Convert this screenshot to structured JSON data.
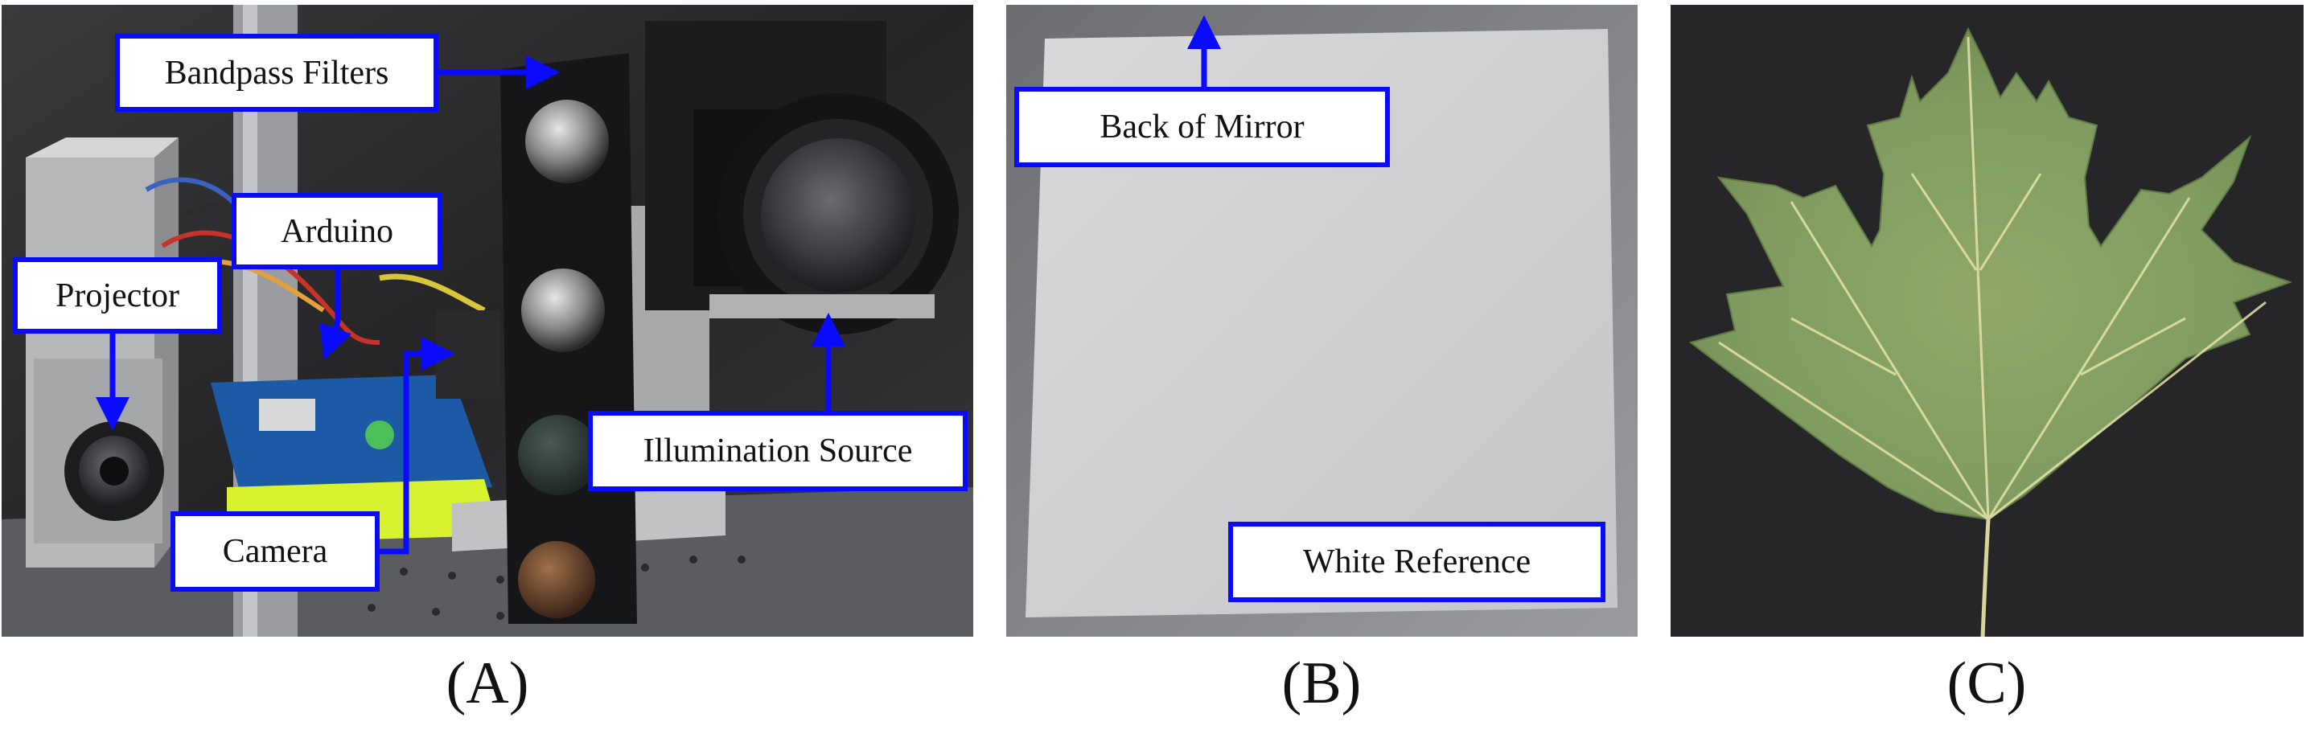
{
  "figure": {
    "panels": [
      {
        "id": "A",
        "caption": "(A)",
        "labels": {
          "bandpass": "Bandpass Filters",
          "arduino": "Arduino",
          "projector": "Projector",
          "camera": "Camera",
          "illumination": "Illumination Source"
        }
      },
      {
        "id": "B",
        "caption": "(B)",
        "labels": {
          "mirror": "Back of Mirror",
          "white": "White Reference"
        }
      },
      {
        "id": "C",
        "caption": "(C)"
      }
    ],
    "colors": {
      "callout_border": "#0a0aff",
      "arrow": "#0a0aff"
    }
  }
}
